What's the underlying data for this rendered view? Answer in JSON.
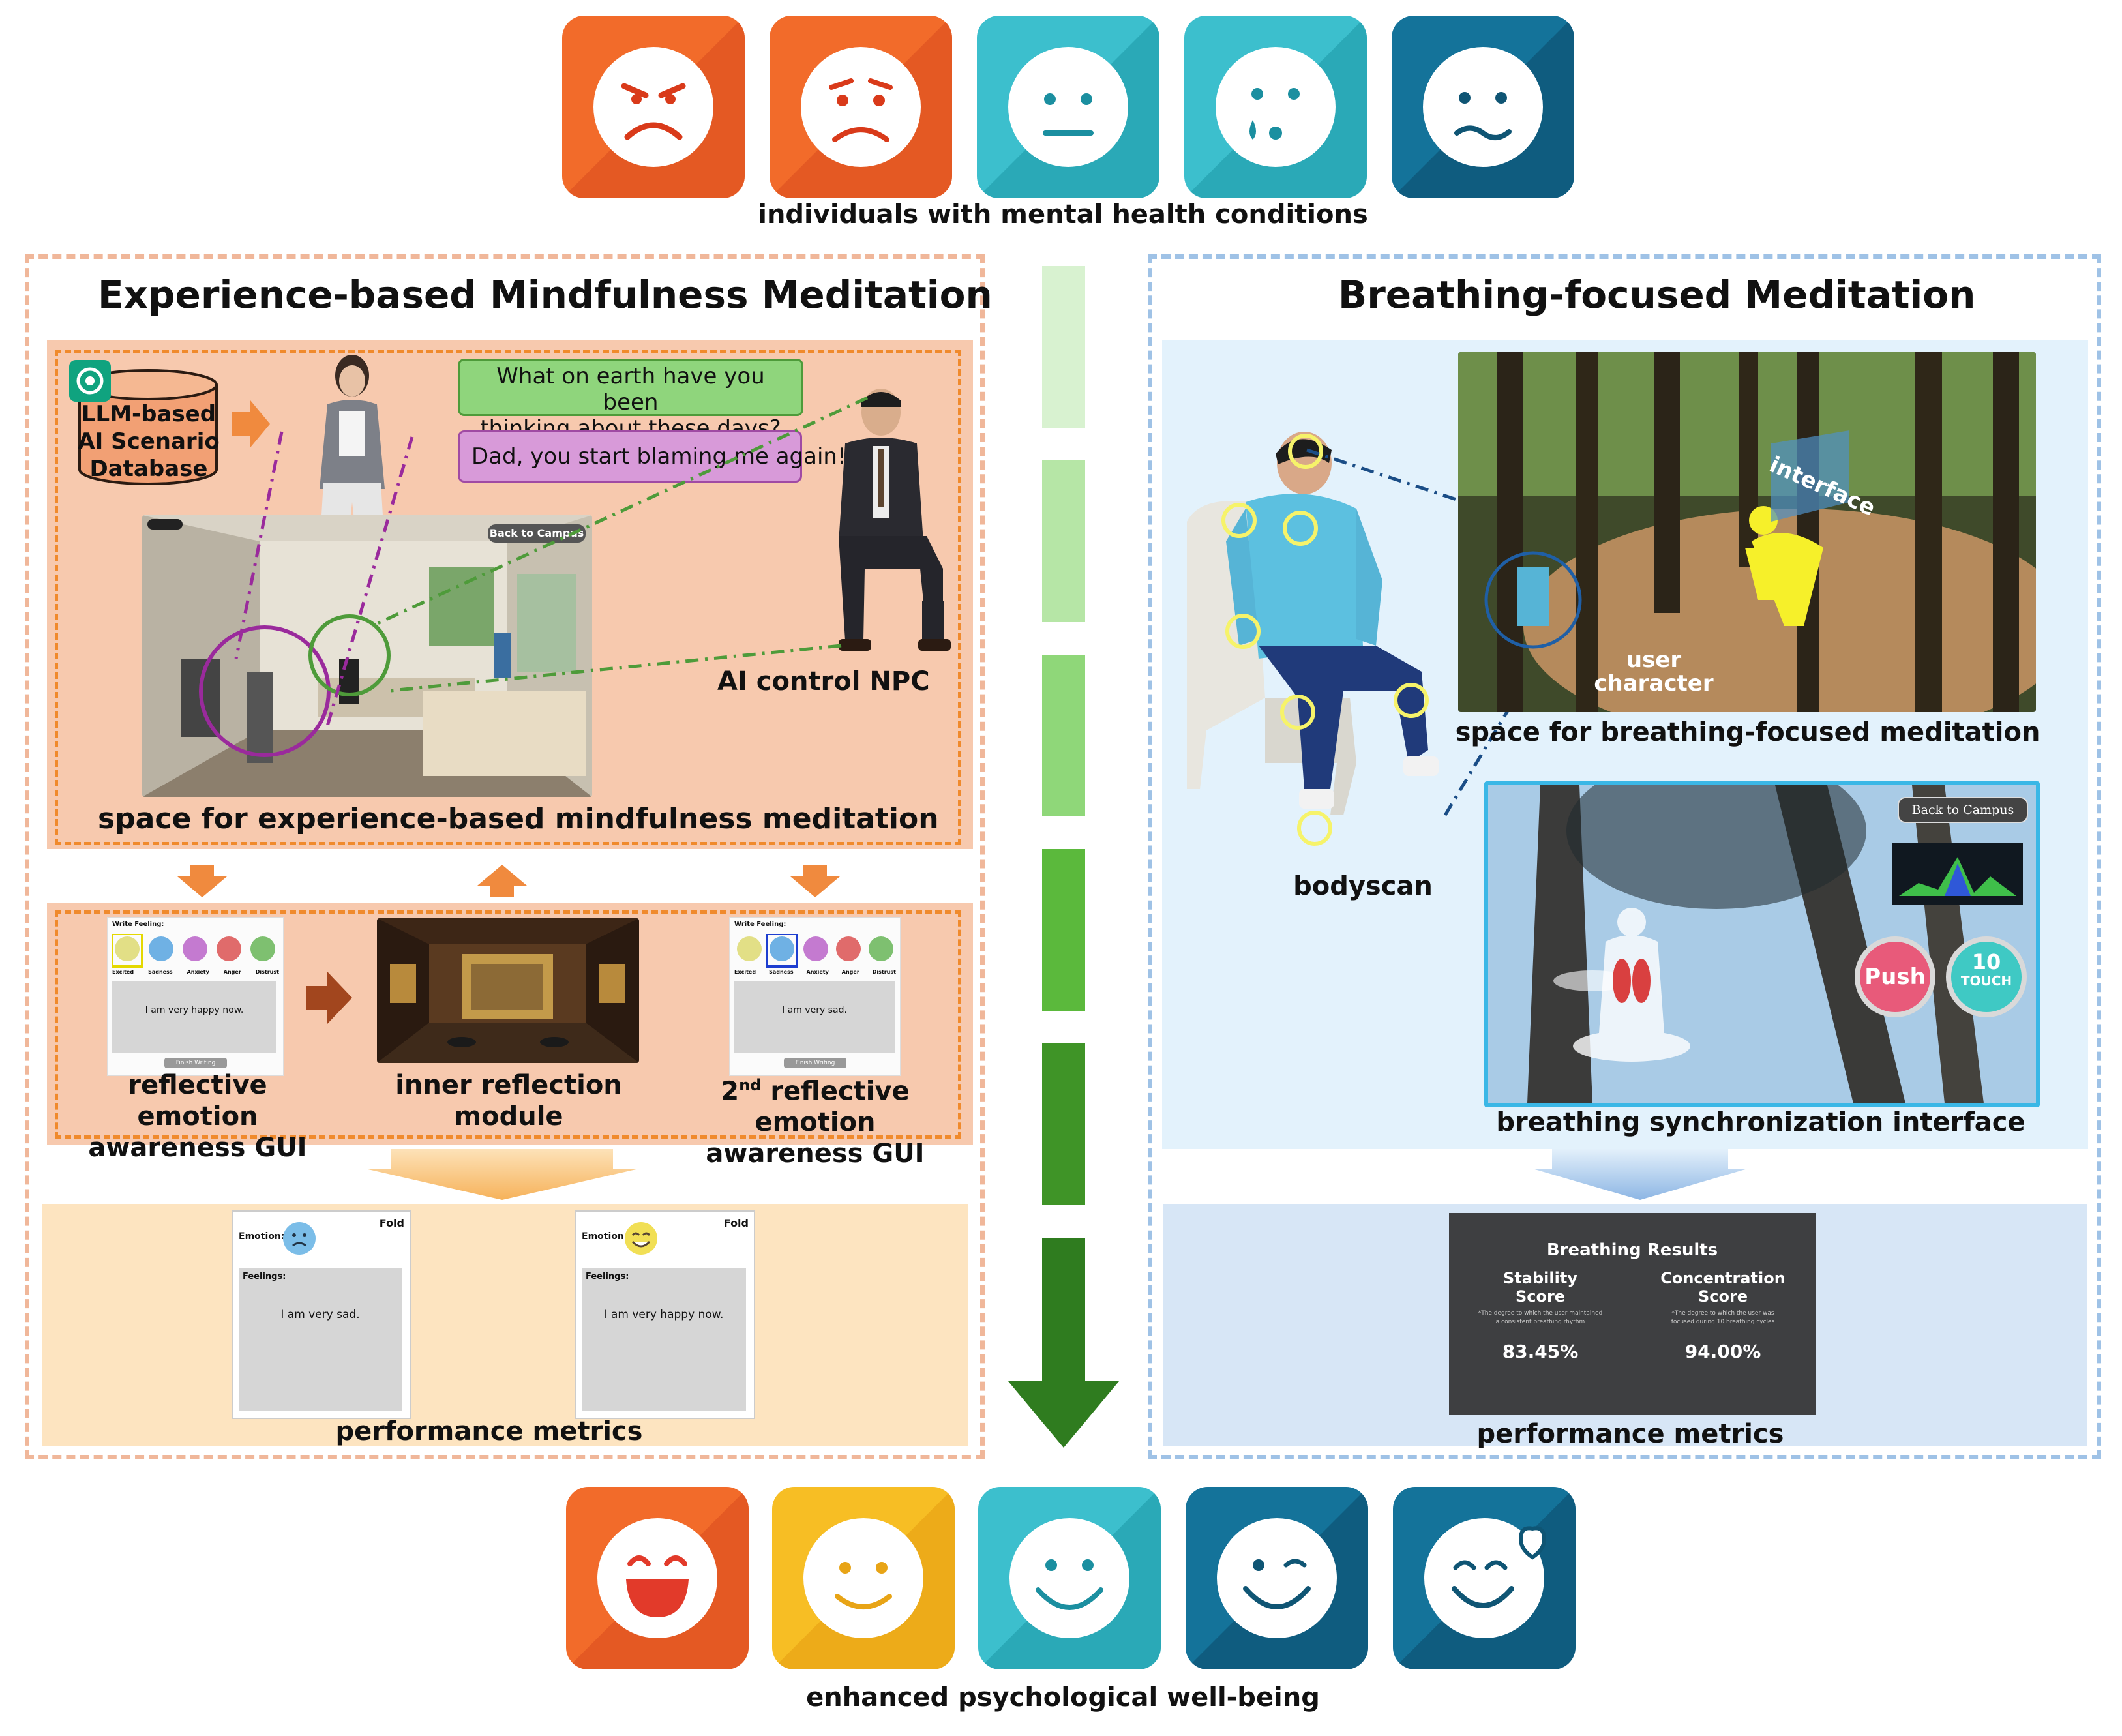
{
  "top_caption": "individuals with mental health conditions",
  "bottom_caption": "enhanced psychological well-being",
  "top_icons": [
    {
      "icon": "angry-face-icon",
      "color": "#e8542a"
    },
    {
      "icon": "sad-face-icon",
      "color": "#e8542a"
    },
    {
      "icon": "neutral-face-icon",
      "color": "#2eb2c1"
    },
    {
      "icon": "crying-face-icon",
      "color": "#2eb2c1"
    },
    {
      "icon": "confused-face-icon",
      "color": "#11688d"
    }
  ],
  "bottom_icons": [
    {
      "icon": "laughing-face-icon",
      "color": "#e8542a"
    },
    {
      "icon": "smile-face-icon",
      "color": "#f2b01c"
    },
    {
      "icon": "grin-face-icon",
      "color": "#2eb2c1"
    },
    {
      "icon": "wink-face-icon",
      "color": "#11688d"
    },
    {
      "icon": "love-face-icon",
      "color": "#11688d"
    }
  ],
  "left": {
    "title": "Experience-based Mindfulness Meditation",
    "database": "LLM-based\nAI Scenario\nDatabase",
    "bubble_green": "What on earth have you been\nthinking about these days?",
    "bubble_purple": "Dad, you start blaming me again!",
    "npc_label": "AI control NPC",
    "space_label": "space for experience-based mindfulness meditation",
    "back_button": "Back to Campus",
    "gui1_label": "reflective emotion\nawareness GUI",
    "inner_label": "inner reflection\nmodule",
    "gui2_label_sup": "nd",
    "gui2_label_pre": "2",
    "gui2_label": " reflective emotion\nawareness GUI",
    "gui_header": "Write Feeling:",
    "gui_emotions": [
      "Excited",
      "Sadness",
      "Anxiety",
      "Anger",
      "Distrust"
    ],
    "gui1_text": "I am very happy now.",
    "gui2_text": "I am very sad.",
    "gui_button": "Finish Writing",
    "fold_emotion": "Emotion:",
    "fold_label": "Fold",
    "fold_feelings": "Feelings:",
    "fold1_text": "I am very sad.",
    "fold2_text": "I am very happy now.",
    "metrics_label": "performance metrics"
  },
  "right": {
    "title": "Breathing-focused Meditation",
    "bodyscan_label": "bodyscan",
    "scene_interface": "interface",
    "scene_user": "user\ncharacter",
    "space_label": "space for  breathing-focused meditation",
    "back_button": "Back to Campus",
    "push_label": "Push",
    "touch_num": "10",
    "touch_label": "TOUCH",
    "sync_label": "breathing synchronization interface",
    "results_title": "Breathing Results",
    "stability_title": "Stability\nScore",
    "stability_desc": "*The degree to which the user maintained\na consistent breathing rhythm",
    "stability_value": "83.45%",
    "concentration_title": "Concentration\nScore",
    "concentration_desc": "*The degree to which the user was\nfocused during 10 breathing cycles",
    "concentration_value": "94.00%",
    "metrics_label": "performance metrics"
  }
}
